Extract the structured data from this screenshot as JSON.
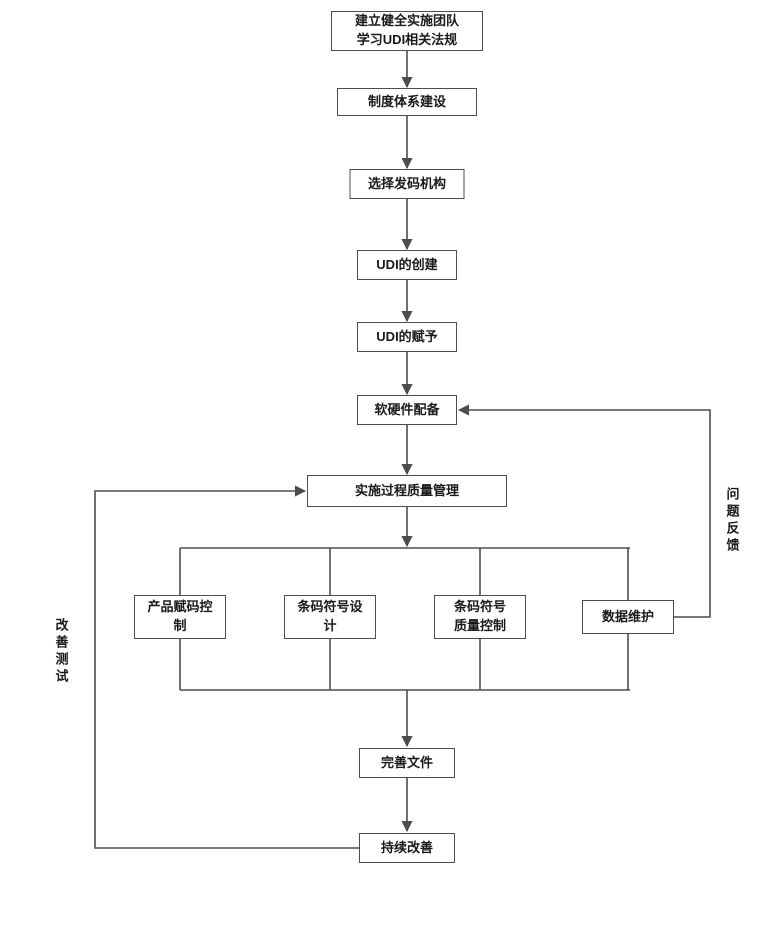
{
  "diagram": {
    "nodes": {
      "team": "建立健全实施团队\n学习UDI相关法规",
      "system": "制度体系建设",
      "agency": "选择发码机构",
      "create": "UDI的创建",
      "assign": "UDI的赋予",
      "hardware": "软硬件配备",
      "process_quality": "实施过程质量管理",
      "product_coding": "产品赋码控\n制",
      "barcode_design": "条码符号设\n计",
      "barcode_qc": "条码符号\n质量控制",
      "data_maintenance": "数据维护",
      "documents": "完善文件",
      "continuous_improvement": "持续改善"
    },
    "edge_labels": {
      "improvement_test": "改善测试",
      "feedback": "问题反馈"
    },
    "colors": {
      "line": "#4d4d4d",
      "border": "#4d4d4d",
      "text": "#1a1a1a",
      "background": "#ffffff"
    }
  }
}
